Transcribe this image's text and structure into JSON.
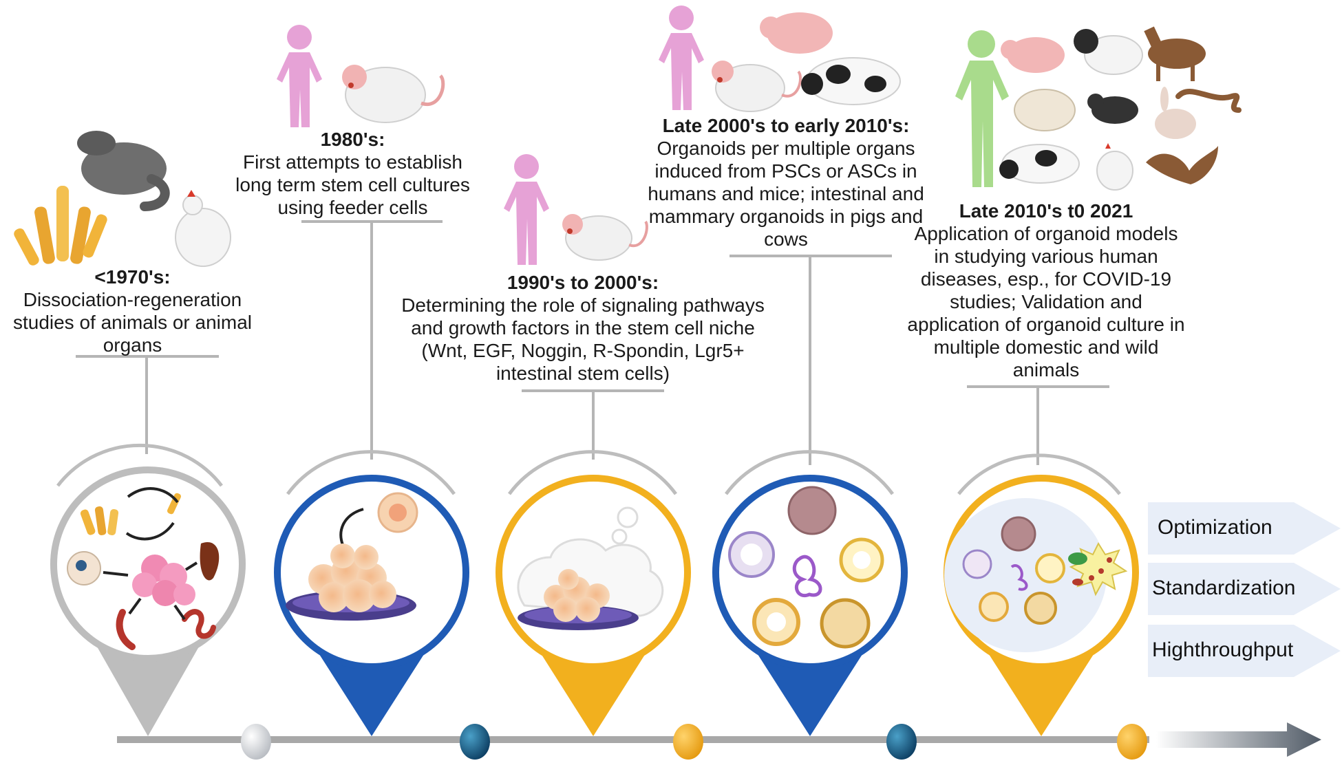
{
  "eras": [
    {
      "heading": "<1970's:",
      "description": "Dissociation-regeneration studies of animals or animal organs"
    },
    {
      "heading": "1980's:",
      "description": "First attempts to establish long term stem cell cultures using feeder cells"
    },
    {
      "heading": "1990's to 2000's:",
      "description": "Determining  the role of signaling pathways and  growth factors  in the stem cell niche (Wnt, EGF, Noggin, R-Spondin, Lgr5+ intestinal stem cells)"
    },
    {
      "heading": "Late 2000's to early 2010's:",
      "description": "Organoids per multiple organs induced from PSCs or ASCs in humans and mice; intestinal and mammary organoids in pigs and cows"
    },
    {
      "heading": "Late 2010's t0 2021",
      "description": "Application of organoid models in studying various human diseases, esp., for COVID-19 studies; Validation and application of organoid culture in multiple domestic and wild animals"
    }
  ],
  "outcomes": [
    "Optimization",
    "Standardization",
    "Highthroughput"
  ],
  "colors": {
    "gray": "#b9b9b9",
    "blue": "#1f5bb5",
    "gold": "#f2b01e",
    "human_pink": "#e6a2d6",
    "human_green": "#a9db8c",
    "timeline": "#a8a8a8",
    "banner": "#e8eef8"
  }
}
